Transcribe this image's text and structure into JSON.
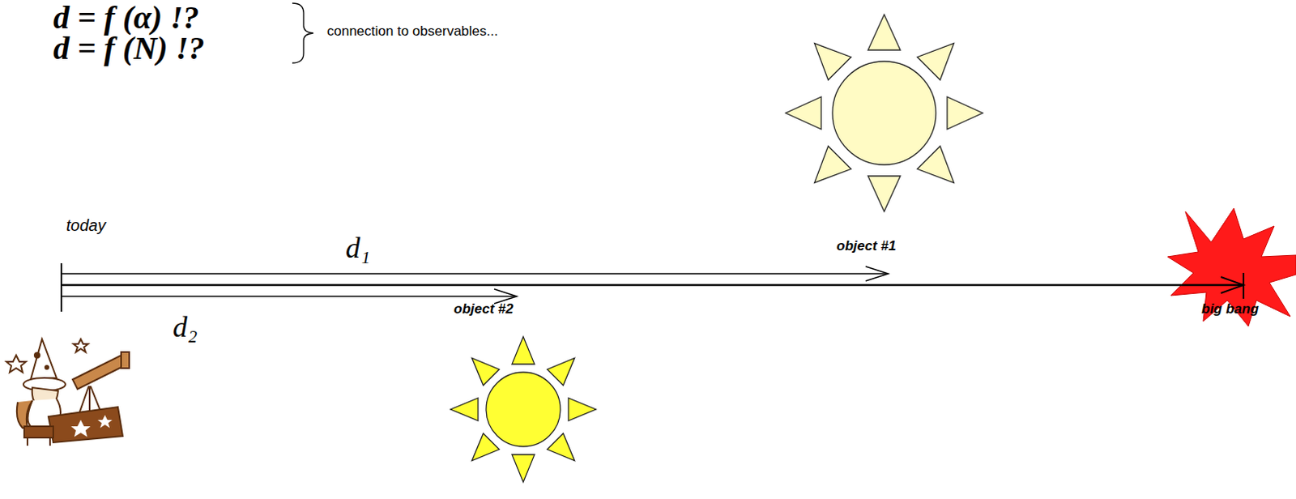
{
  "diagram": {
    "labels": [
      "d = f (α) !?",
      "d = f (N) !?",
      "connection to observables...",
      "today",
      "d₁",
      "object #1",
      "d₂",
      "object #2",
      "big bang"
    ]
  }
}
